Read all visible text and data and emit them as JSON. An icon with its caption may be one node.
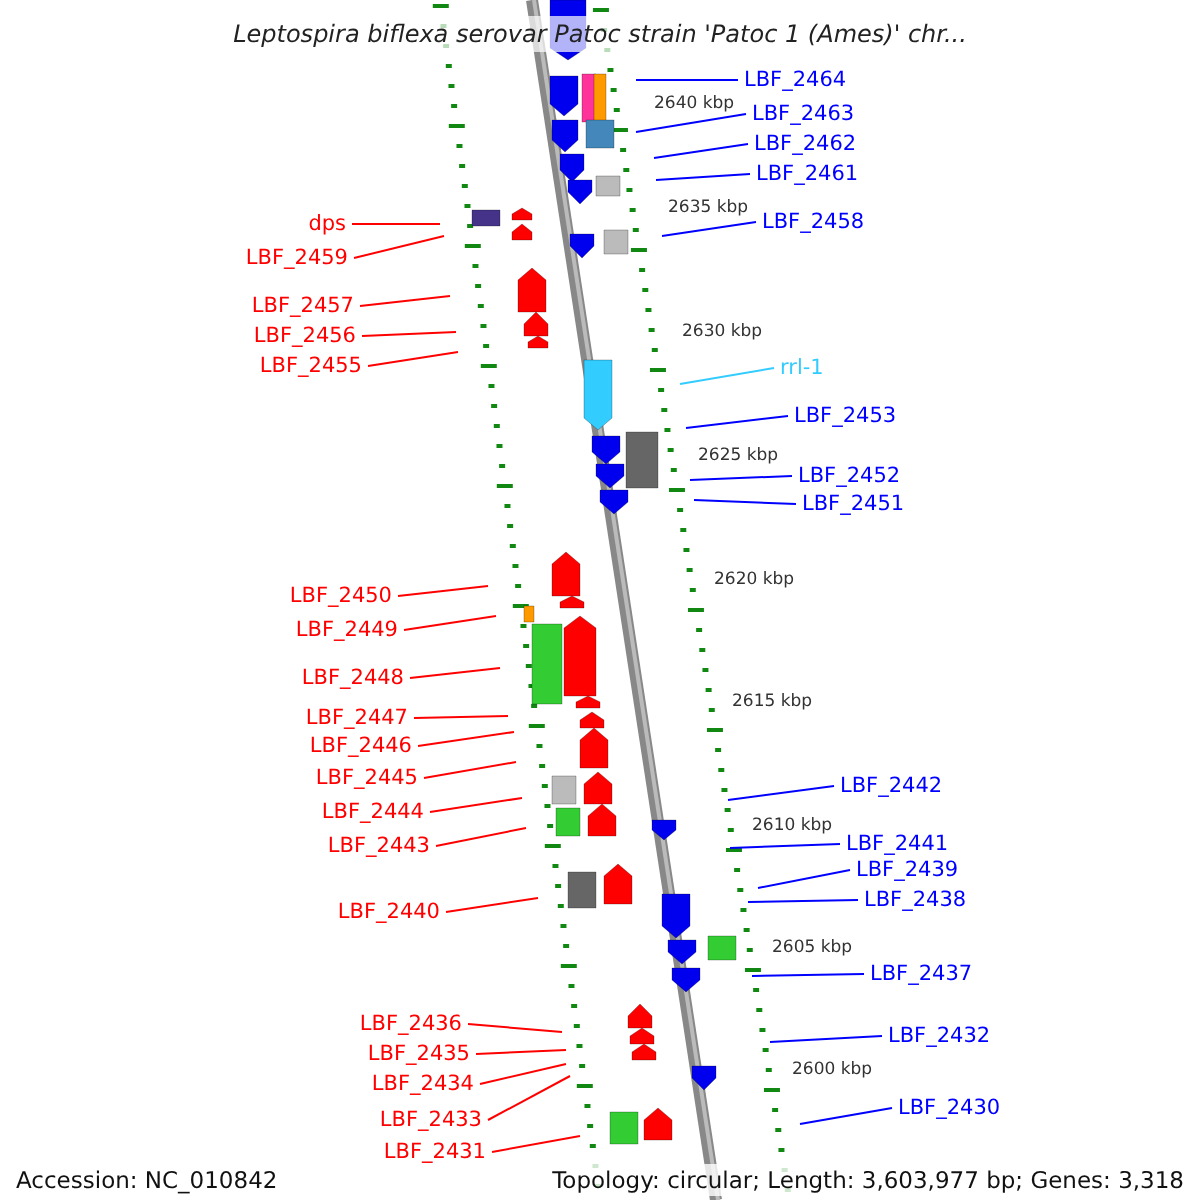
{
  "diagram": {
    "title": "Leptospira biflexa serovar Patoc strain 'Patoc 1 (Ames)' chr...",
    "nodes": [
      {
        "text": [
          "dps"
        ]
      },
      {
        "text": [
          "LBF_2459"
        ]
      },
      {
        "text": [
          "LBF_2457"
        ]
      },
      {
        "text": [
          "LBF_2456"
        ]
      },
      {
        "text": [
          "LBF_2455"
        ]
      },
      {
        "text": [
          "LBF_2450"
        ]
      },
      {
        "text": [
          "LBF_2449"
        ]
      },
      {
        "text": [
          "LBF_2448"
        ]
      },
      {
        "text": [
          "LBF_2447"
        ]
      },
      {
        "text": [
          "LBF_2446"
        ]
      },
      {
        "text": [
          "LBF_2445"
        ]
      },
      {
        "text": [
          "LBF_2444"
        ]
      },
      {
        "text": [
          "LBF_2443"
        ]
      },
      {
        "text": [
          "LBF_2440"
        ]
      },
      {
        "text": [
          "LBF_2436"
        ]
      },
      {
        "text": [
          "LBF_2435"
        ]
      },
      {
        "text": [
          "LBF_2434"
        ]
      },
      {
        "text": [
          "LBF_2433"
        ]
      },
      {
        "text": [
          "LBF_2431"
        ]
      },
      {
        "text": [
          "LBF_2464"
        ]
      },
      {
        "text": [
          "LBF_2463"
        ]
      },
      {
        "text": [
          "LBF_2462"
        ]
      },
      {
        "text": [
          "LBF_2461"
        ]
      },
      {
        "text": [
          "LBF_2458"
        ]
      },
      {
        "text": [
          "rrl-1"
        ]
      },
      {
        "text": [
          "LBF_2453"
        ]
      },
      {
        "text": [
          "LBF_2452"
        ]
      },
      {
        "text": [
          "LBF_2451"
        ]
      },
      {
        "text": [
          "LBF_2442"
        ]
      },
      {
        "text": [
          "LBF_2441"
        ]
      },
      {
        "text": [
          "LBF_2439"
        ]
      },
      {
        "text": [
          "LBF_2438"
        ]
      },
      {
        "text": [
          "LBF_2437"
        ]
      },
      {
        "text": [
          "LBF_2432"
        ]
      },
      {
        "text": [
          "LBF_2430"
        ]
      }
    ],
    "edges": [
      {
        "from": 0,
        "to": null,
        "arrow": "none",
        "color": "#ff0000"
      },
      {
        "from": 1,
        "to": null,
        "arrow": "none",
        "color": "#ff0000"
      },
      {
        "from": 2,
        "to": null,
        "arrow": "none",
        "color": "#ff0000"
      },
      {
        "from": 3,
        "to": null,
        "arrow": "none",
        "color": "#ff0000"
      },
      {
        "from": 4,
        "to": null,
        "arrow": "none",
        "color": "#ff0000"
      },
      {
        "from": 5,
        "to": null,
        "arrow": "none",
        "color": "#ff0000"
      },
      {
        "from": 6,
        "to": null,
        "arrow": "none",
        "color": "#ff0000"
      },
      {
        "from": 7,
        "to": null,
        "arrow": "none",
        "color": "#ff0000"
      },
      {
        "from": 8,
        "to": null,
        "arrow": "none",
        "color": "#ff0000"
      },
      {
        "from": 9,
        "to": null,
        "arrow": "none",
        "color": "#ff0000"
      },
      {
        "from": 10,
        "to": null,
        "arrow": "none",
        "color": "#ff0000"
      },
      {
        "from": 11,
        "to": null,
        "arrow": "none",
        "color": "#ff0000"
      },
      {
        "from": 12,
        "to": null,
        "arrow": "none",
        "color": "#ff0000"
      },
      {
        "from": 13,
        "to": null,
        "arrow": "none",
        "color": "#ff0000"
      },
      {
        "from": 14,
        "to": null,
        "arrow": "none",
        "color": "#ff0000"
      },
      {
        "from": 15,
        "to": null,
        "arrow": "none",
        "color": "#ff0000"
      },
      {
        "from": 16,
        "to": null,
        "arrow": "none",
        "color": "#ff0000"
      },
      {
        "from": 17,
        "to": null,
        "arrow": "none",
        "color": "#ff0000"
      },
      {
        "from": 18,
        "to": null,
        "arrow": "none",
        "color": "#ff0000"
      },
      {
        "from": 19,
        "to": null,
        "arrow": "none",
        "color": "#0000ff"
      },
      {
        "from": 20,
        "to": null,
        "arrow": "none",
        "color": "#0000ff"
      },
      {
        "from": 21,
        "to": null,
        "arrow": "none",
        "color": "#0000ff"
      },
      {
        "from": 22,
        "to": null,
        "arrow": "none",
        "color": "#0000ff"
      },
      {
        "from": 23,
        "to": null,
        "arrow": "none",
        "color": "#0000ff"
      },
      {
        "from": 24,
        "to": null,
        "arrow": "none",
        "color": "#33ccff"
      },
      {
        "from": 25,
        "to": null,
        "arrow": "none",
        "color": "#0000ff"
      },
      {
        "from": 26,
        "to": null,
        "arrow": "none",
        "color": "#0000ff"
      },
      {
        "from": 27,
        "to": null,
        "arrow": "none",
        "color": "#0000ff"
      },
      {
        "from": 28,
        "to": null,
        "arrow": "none",
        "color": "#0000ff"
      },
      {
        "from": 29,
        "to": null,
        "arrow": "none",
        "color": "#0000ff"
      },
      {
        "from": 30,
        "to": null,
        "arrow": "none",
        "color": "#0000ff"
      },
      {
        "from": 31,
        "to": null,
        "arrow": "none",
        "color": "#0000ff"
      },
      {
        "from": 32,
        "to": null,
        "arrow": "none",
        "color": "#0000ff"
      },
      {
        "from": 33,
        "to": null,
        "arrow": "none",
        "color": "#0000ff"
      },
      {
        "from": 34,
        "to": null,
        "arrow": "none",
        "color": "#0000ff"
      }
    ],
    "labels": [
      "2640 kbp",
      "2635 kbp",
      "2630 kbp",
      "2625 kbp",
      "2620 kbp",
      "2615 kbp",
      "2610 kbp",
      "2605 kbp",
      "2600 kbp",
      "Accession: NC_010842",
      "Topology: circular; Length: 3,603,977 bp; Genes: 3,318"
    ]
  }
}
